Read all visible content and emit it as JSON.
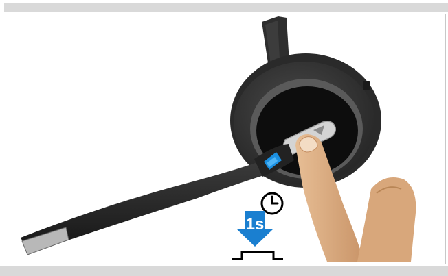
{
  "instruction": {
    "duration": "1s",
    "action": "press-and-hold",
    "button": "link-button"
  },
  "icons": [
    "clock-icon",
    "press-arrow-icon",
    "button-press-icon"
  ],
  "colors": {
    "background": "#ffffff",
    "frame_bar": "#d9d9d9",
    "arrow": "#1a7fd0",
    "headset": "#2b2b2b",
    "skin": "#e0b48a",
    "led_blue": "#1b8fe0"
  }
}
